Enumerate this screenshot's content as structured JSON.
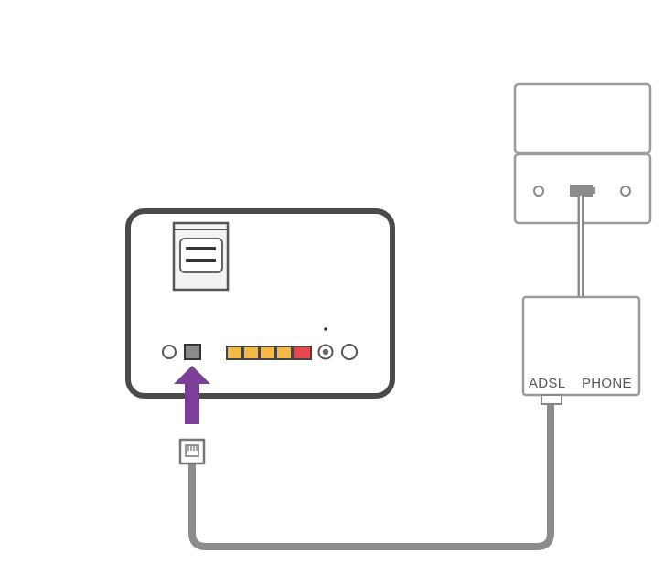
{
  "diagram": {
    "colors": {
      "router_outline": "#4a4a4a",
      "wall_outline": "#9a9a9a",
      "cable": "#8c8c8c",
      "arrow": "#7b3f98",
      "port_yellow": "#f4b942",
      "port_red": "#e5484d"
    },
    "router": {
      "ports": [
        "power-jack",
        "dsl-port",
        "lan-1",
        "lan-2",
        "lan-3",
        "lan-4",
        "wan-port",
        "reset-pinhole",
        "power-button",
        "power-socket"
      ]
    },
    "splitter": {
      "adsl_label": "ADSL",
      "phone_label": "PHONE"
    },
    "icons": [
      "router-device",
      "sim-card-slot",
      "purple-arrow-up",
      "rj11-plug",
      "wall-phone-socket",
      "adsl-splitter"
    ]
  }
}
